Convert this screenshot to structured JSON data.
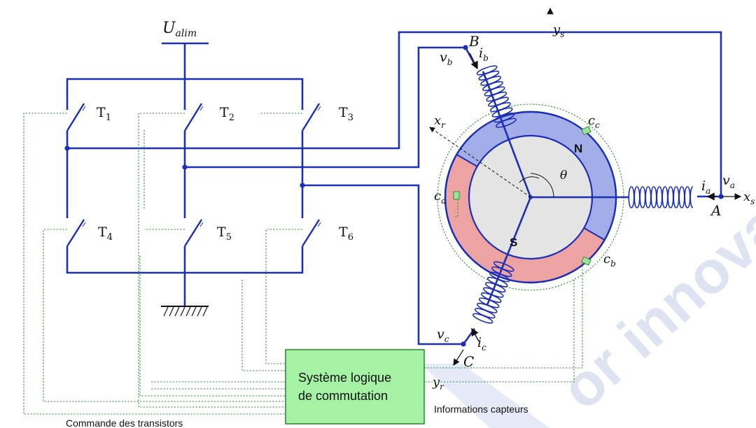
{
  "supply": {
    "label_main": "U",
    "label_sub": "alim"
  },
  "transistors": [
    {
      "main": "T",
      "sub": "1"
    },
    {
      "main": "T",
      "sub": "2"
    },
    {
      "main": "T",
      "sub": "3"
    },
    {
      "main": "T",
      "sub": "4"
    },
    {
      "main": "T",
      "sub": "5"
    },
    {
      "main": "T",
      "sub": "6"
    }
  ],
  "phases": {
    "A": "A",
    "B": "B",
    "C": "C",
    "va": "v",
    "va_sub": "a",
    "ia": "i",
    "ia_sub": "a",
    "vb": "v",
    "vb_sub": "b",
    "ib": "i",
    "ib_sub": "b",
    "vc": "v",
    "vc_sub": "c",
    "ic": "i",
    "ic_sub": "c"
  },
  "axes": {
    "xs": "x",
    "xs_sub": "s",
    "ys": "y",
    "ys_sub": "s",
    "xr": "x",
    "xr_sub": "r",
    "yr": "y",
    "yr_sub": "r",
    "theta": "θ"
  },
  "rotor": {
    "north": "N",
    "south": "S"
  },
  "sensors": {
    "ca": "c",
    "ca_sub": "a",
    "cb": "c",
    "cb_sub": "b",
    "cc": "c",
    "cc_sub": "c"
  },
  "logic_box": {
    "line1": "Système logique",
    "line2": "de commutation"
  },
  "captions": {
    "sensor_info": "Informations capteurs",
    "transistor_command": "Commande des transistors"
  },
  "watermark": "or innovat",
  "colors": {
    "wire": "#1c2fb8",
    "north_pole": "#a3aee8",
    "south_pole": "#eea3a3",
    "rotor_core": "#e4e4e4",
    "sensor": "#9be39b",
    "logic_box_fill": "#a5f2a5",
    "logic_box_border": "#2f8f2f",
    "signal_dots": "#2f8f2f"
  }
}
